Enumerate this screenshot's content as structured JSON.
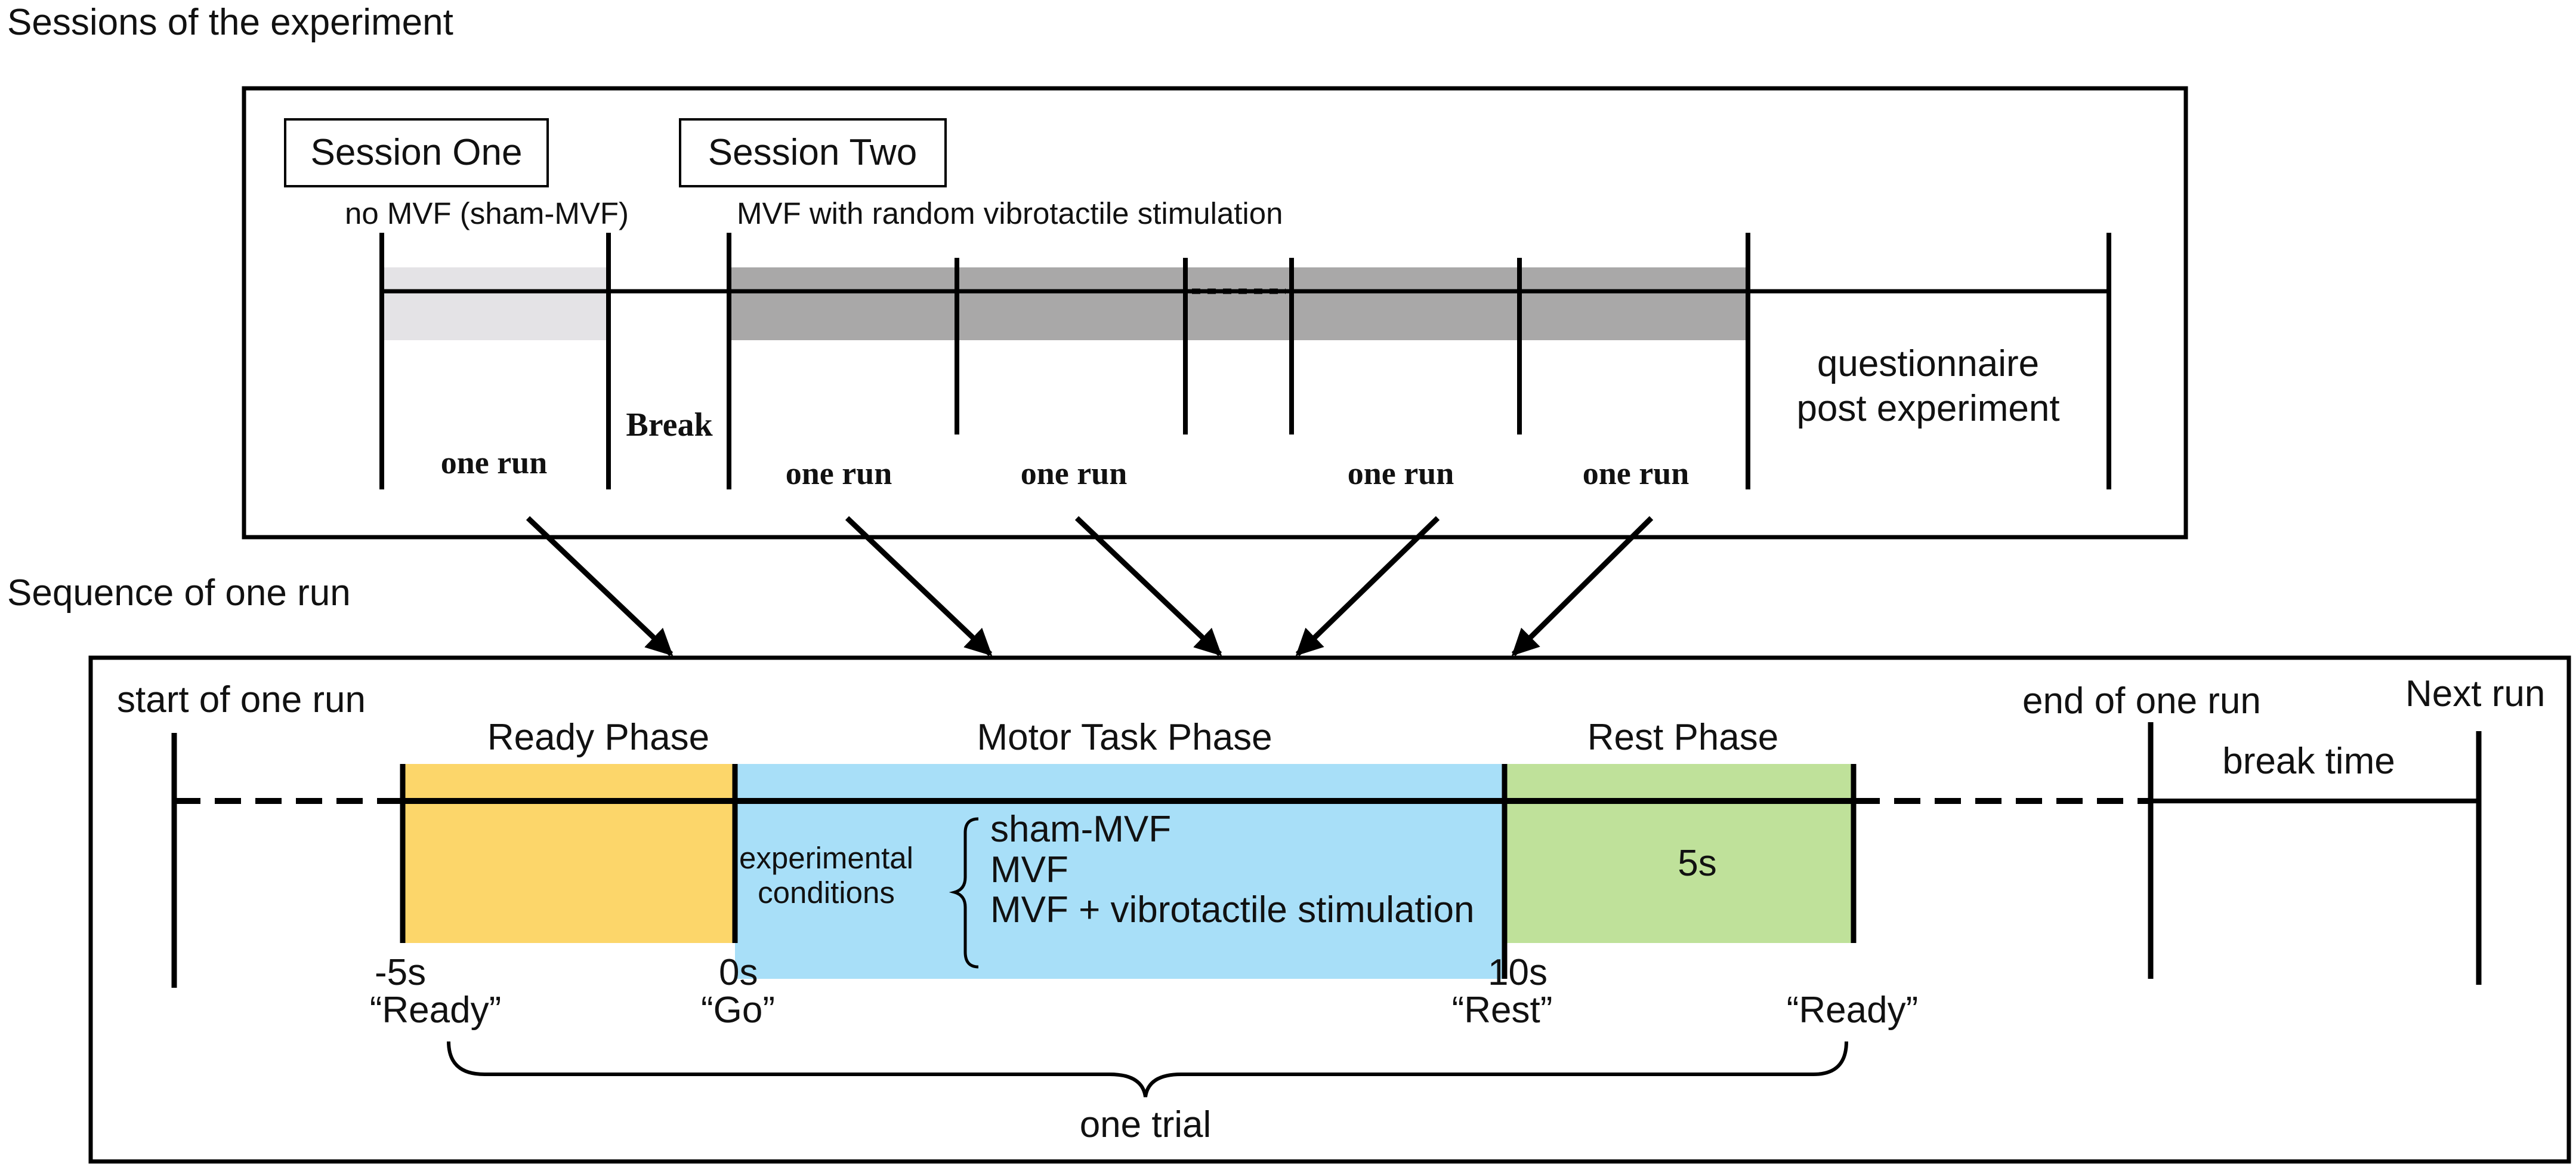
{
  "colors": {
    "session_one_bar": "#e4e3e6",
    "session_two_bar": "#a9a8a8",
    "ready_phase": "#fcd66a",
    "motor_task_phase": "#a8dff8",
    "rest_phase": "#bfe19a",
    "line": "#000000"
  },
  "sessions": {
    "section_title": "Sessions of the experiment",
    "session_one": {
      "label": "Session One",
      "condition": "no MVF (sham-MVF)"
    },
    "session_two": {
      "label": "Session Two",
      "condition": "MVF with random vibrotactile stimulation"
    },
    "break_label": "Break",
    "run_label": "one run",
    "questionnaire": [
      "questionnaire",
      "post experiment"
    ]
  },
  "run_sequence": {
    "section_title": "Sequence of one run",
    "start_label": "start of one run",
    "end_label": "end of one run",
    "next_label": "Next run",
    "break_time": "break time",
    "phases": {
      "ready": "Ready Phase",
      "motor": "Motor Task Phase",
      "rest": "Rest Phase"
    },
    "experimental_conditions_label": [
      "experimental",
      "conditions"
    ],
    "conditions": [
      "sham-MVF",
      "MVF",
      "MVF + vibrotactile stimulation"
    ],
    "rest_duration": "5s",
    "timepoints": [
      {
        "time": "-5s",
        "cue": "“Ready”"
      },
      {
        "time": "0s",
        "cue": "“Go”"
      },
      {
        "time": "10s",
        "cue": "“Rest”"
      },
      {
        "time": "",
        "cue": "“Ready”"
      }
    ],
    "trial_label": "one trial"
  }
}
